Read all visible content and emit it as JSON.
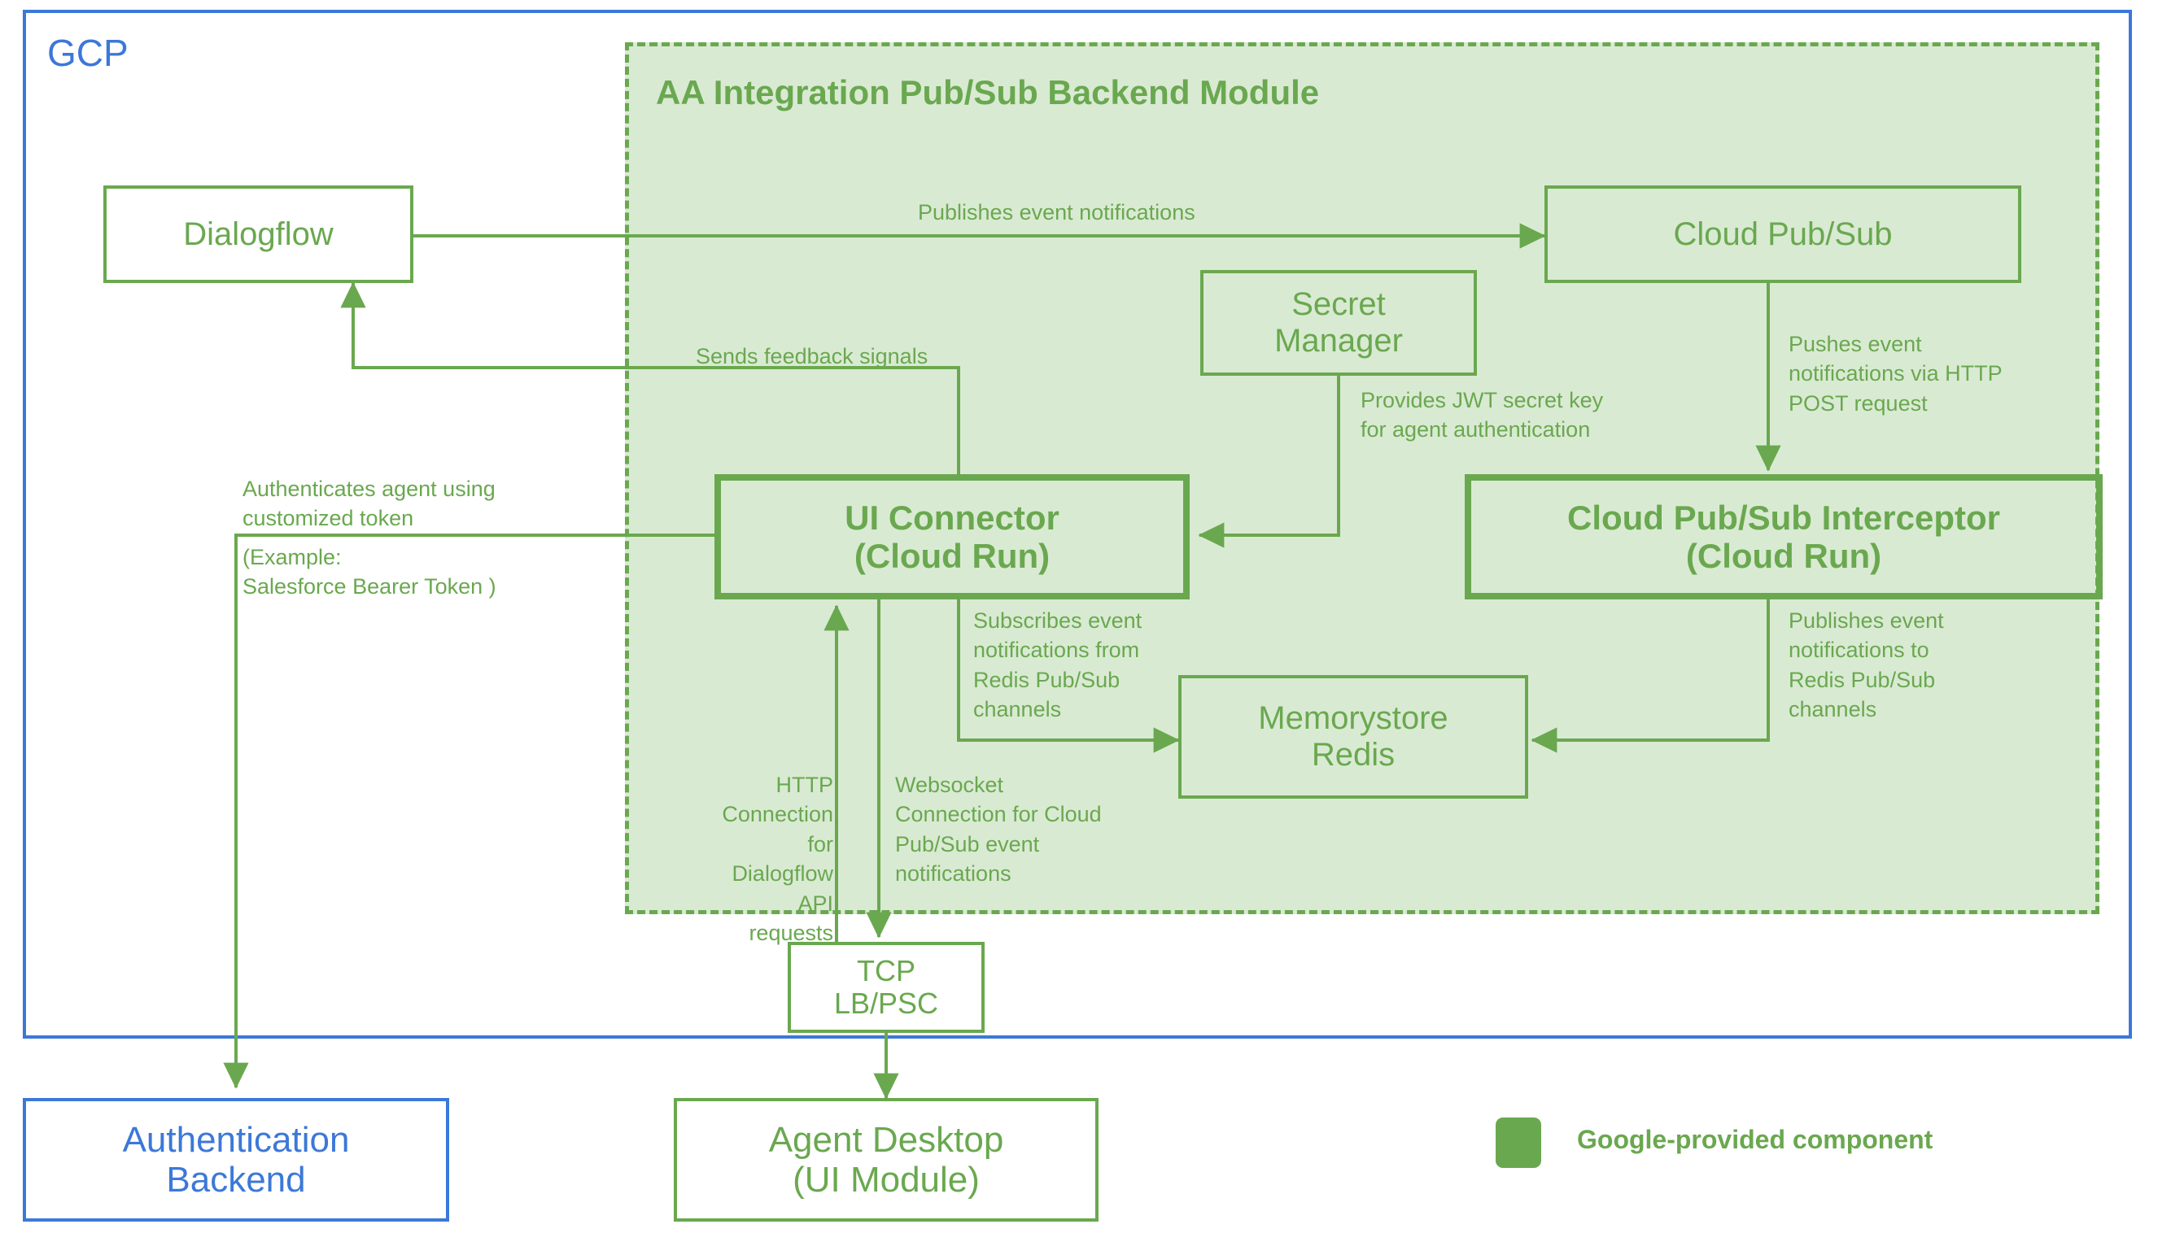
{
  "diagram": {
    "outer_container": {
      "label": "GCP",
      "border_color": "#3c78d8"
    },
    "module": {
      "title": "AA Integration Pub/Sub Backend Module",
      "fill_color": "#d9ead3",
      "border_color": "#6aa84f",
      "border_style": "dashed"
    },
    "accent_colors": {
      "google_green": "#6aa84f",
      "google_blue": "#3c78d8",
      "module_fill": "#d9ead3"
    }
  },
  "nodes": {
    "dialogflow": {
      "label": "Dialogflow"
    },
    "cloud_pubsub": {
      "label": "Cloud Pub/Sub"
    },
    "secret_manager": {
      "line1": "Secret",
      "line2": "Manager"
    },
    "ui_connector": {
      "line1": "UI Connector",
      "line2": "(Cloud Run)"
    },
    "interceptor": {
      "line1": "Cloud Pub/Sub Interceptor",
      "line2": "(Cloud Run)"
    },
    "memorystore": {
      "line1": "Memorystore",
      "line2": "Redis"
    },
    "tcp_lb": {
      "line1": "TCP",
      "line2": "LB/PSC"
    },
    "auth_backend": {
      "line1": "Authentication",
      "line2": "Backend"
    },
    "agent_desktop": {
      "line1": "Agent Desktop",
      "line2": "(UI Module)"
    }
  },
  "edges": {
    "publishes_event_notifications": "Publishes event notifications",
    "sends_feedback_signals": "Sends feedback signals",
    "pushes_event_http": "Pushes event\nnotifications via HTTP\nPOST request",
    "provides_jwt": "Provides JWT secret key\nfor agent authentication",
    "authenticates_agent": "Authenticates agent using\ncustomized token",
    "authenticates_agent_example": "(Example:\nSalesforce Bearer Token )",
    "subscribes_redis": "Subscribes event\nnotifications from\nRedis Pub/Sub\nchannels",
    "publishes_redis": "Publishes event\nnotifications to\nRedis Pub/Sub\nchannels",
    "http_dialogflow": "HTTP\nConnection for\nDialogflow API\nrequests",
    "websocket_pubsub": "Websocket\nConnection for Cloud\nPub/Sub event\nnotifications"
  },
  "legend": {
    "swatch_color": "#6aa84f",
    "label": "Google-provided component"
  }
}
